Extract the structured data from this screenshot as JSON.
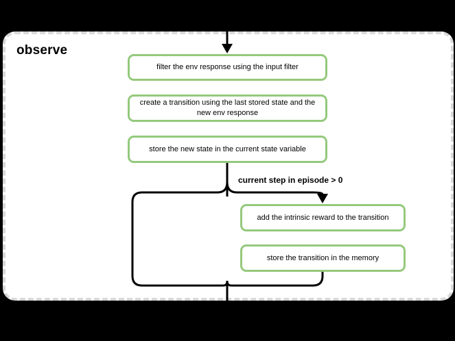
{
  "frame": {
    "title": "observe"
  },
  "nodes": [
    {
      "id": "filter-env-response",
      "label": "filter the env response using the input filter"
    },
    {
      "id": "create-transition",
      "label": "create a transition using the last stored state and the new env response"
    },
    {
      "id": "store-new-state",
      "label": "store the new state in the current state variable"
    },
    {
      "id": "add-intrinsic-reward",
      "label": "add the intrinsic reward to the transition"
    },
    {
      "id": "store-transition",
      "label": "store the transition in the memory"
    }
  ],
  "branch": {
    "condition": "current step in episode > 0"
  },
  "edges": [
    {
      "from": "outside-top",
      "to": "filter-env-response",
      "label": "",
      "arrow": true
    },
    {
      "from": "store-new-state",
      "to": "add-intrinsic-reward",
      "label": "current step in episode > 0",
      "arrow": true
    },
    {
      "from": "store-new-state",
      "to": "exit-bottom",
      "label": "",
      "arrow": false
    },
    {
      "from": "store-transition",
      "to": "exit-bottom",
      "label": "",
      "arrow": false
    }
  ],
  "colors": {
    "canvas_bg": "#000000",
    "frame_bg": "#ffffff",
    "frame_border": "#d8d8d8",
    "node_border": "#94c97c",
    "node_bg": "#ffffff",
    "connector": "#000000",
    "text": "#000000"
  }
}
